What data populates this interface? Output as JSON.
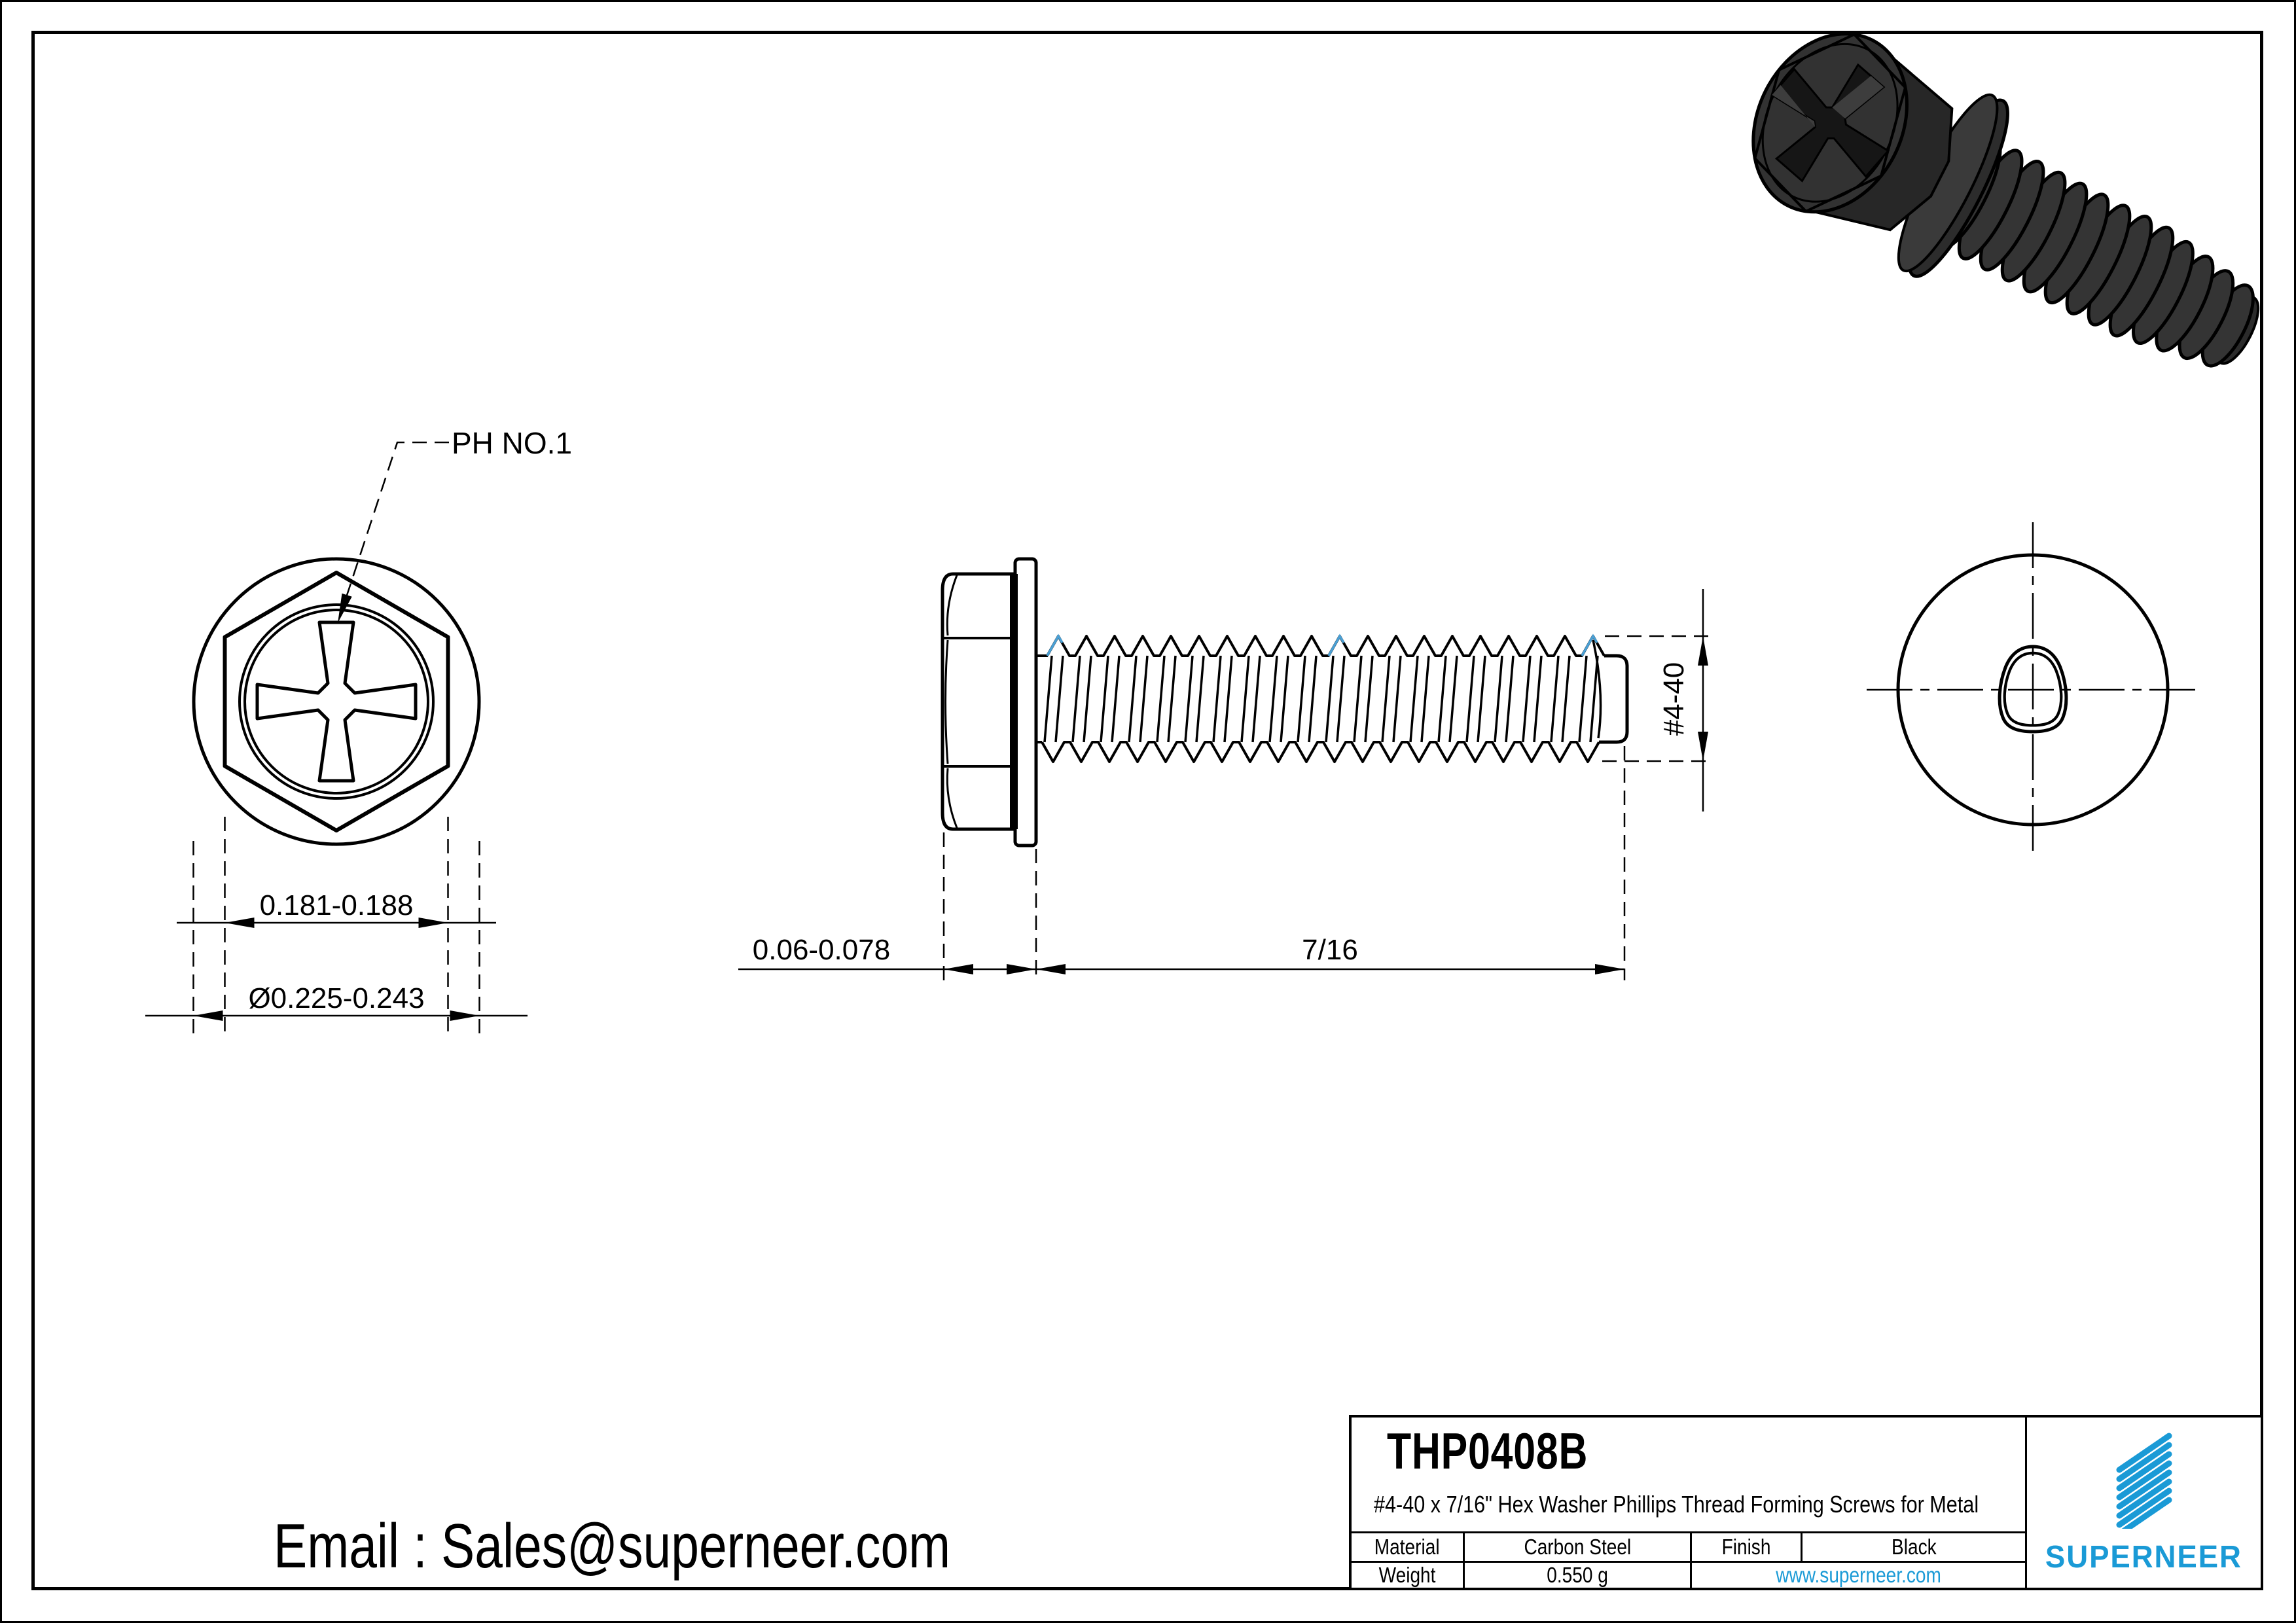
{
  "views": {
    "head_view": {
      "label_ph": "PH NO.1",
      "dim_across_flats": "0.181-0.188",
      "dim_washer_diameter": "Ø0.225-0.243"
    },
    "side_view": {
      "dim_head_height": "0.06-0.078",
      "dim_thread_length": "7/16",
      "dim_thread_size": "#4-40"
    }
  },
  "title_block": {
    "part_number": "THP0408B",
    "description": "#4-40 x 7/16\" Hex Washer Phillips Thread Forming Screws for Metal",
    "material_label": "Material",
    "material_value": "Carbon Steel",
    "finish_label": "Finish",
    "finish_value": "Black",
    "weight_label": "Weight",
    "weight_value": "0.550 g",
    "website": "www.superneer.com",
    "brand": "SUPERNEER"
  },
  "footer": {
    "email": "Email : Sales@superneer.com"
  },
  "colors": {
    "brand_blue": "#1A9AD6",
    "link_blue": "#1A9AD6",
    "thread_runout_blue": "#4AA0D5",
    "line_black": "#000000",
    "screw_body_dark": "#333333"
  }
}
